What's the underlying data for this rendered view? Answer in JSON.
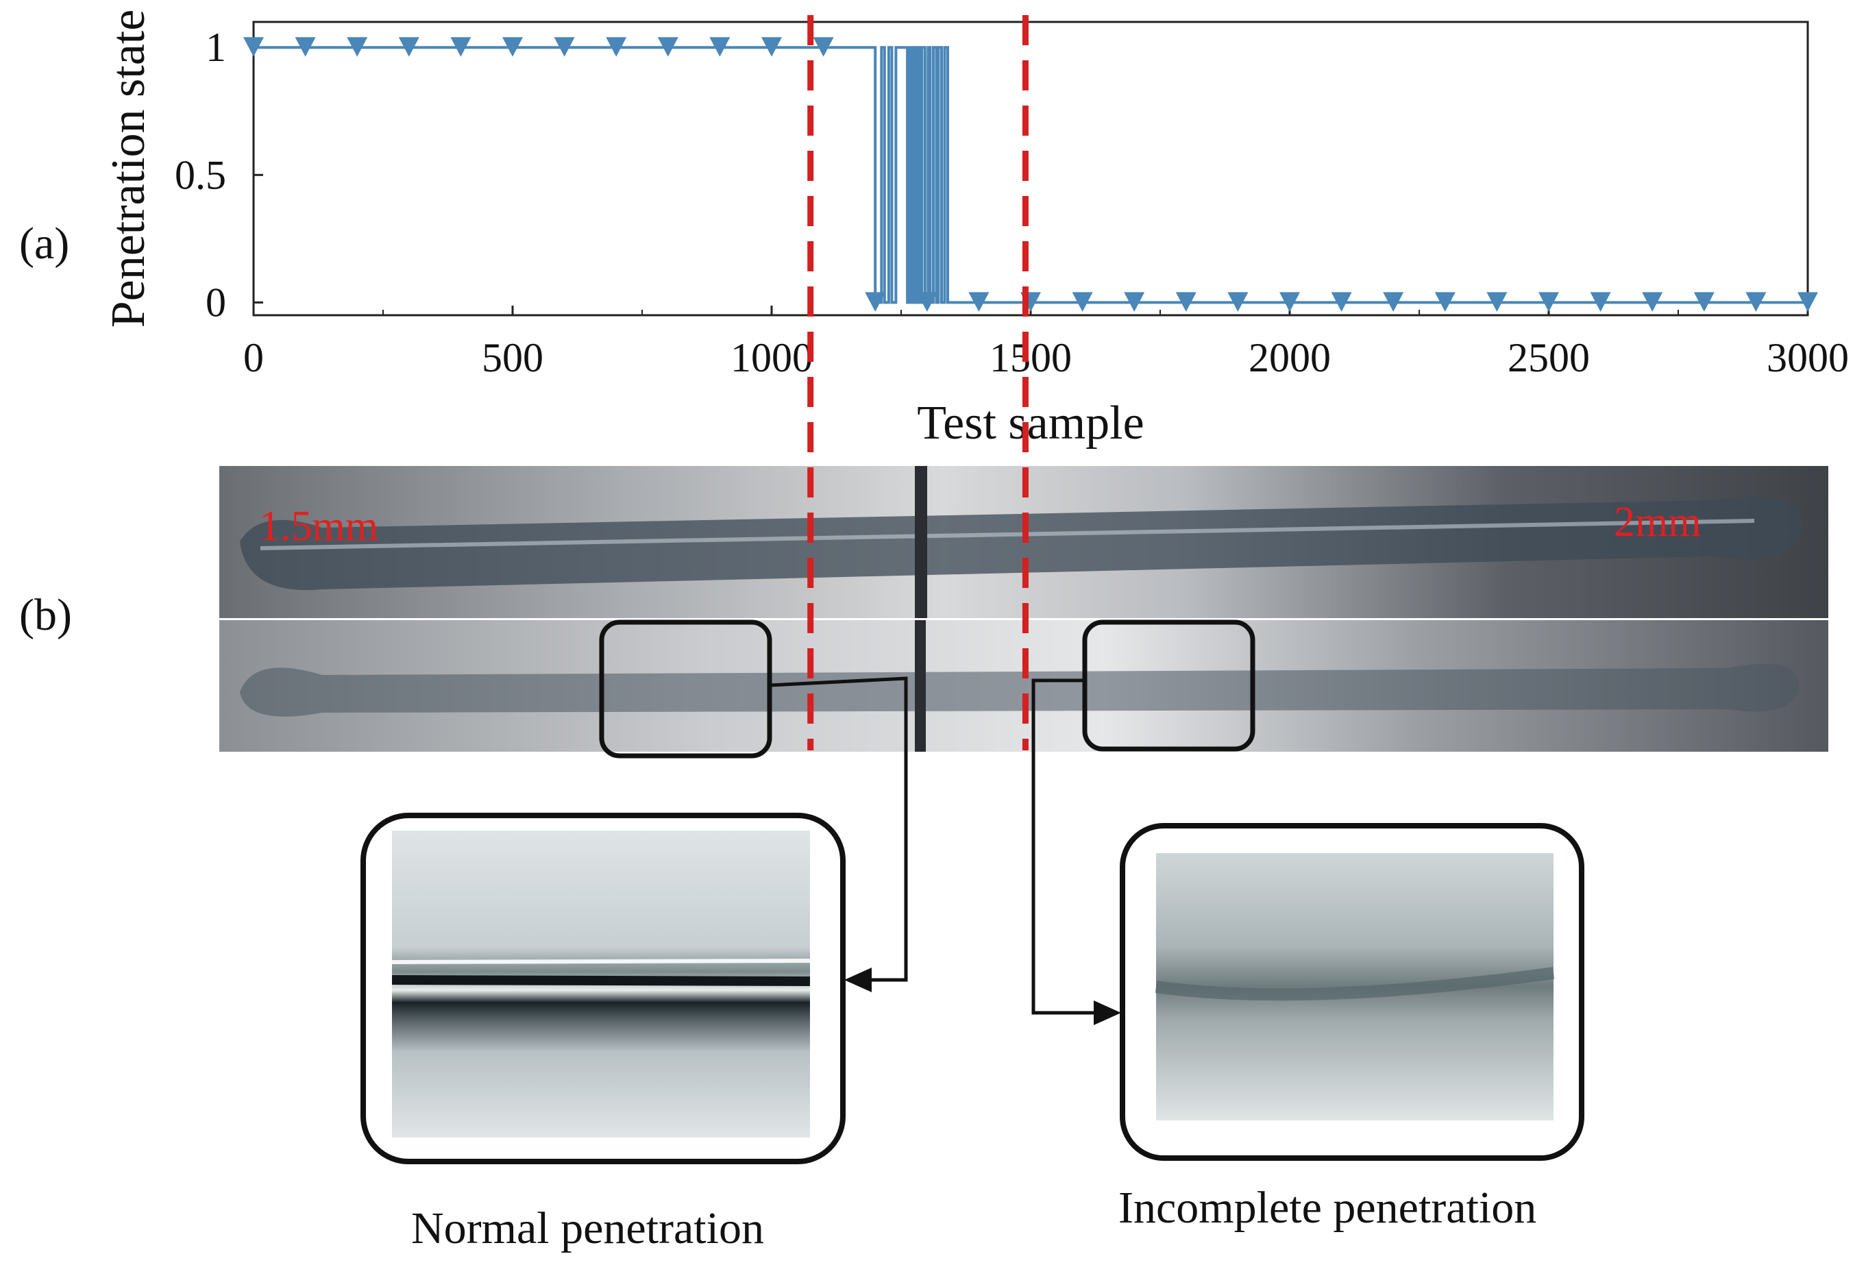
{
  "panels": {
    "a": "(a)",
    "b": "(b)"
  },
  "chart_data": {
    "type": "line",
    "xlabel": "Test sample",
    "ylabel": "Penetration state",
    "xlim": [
      0,
      3000
    ],
    "ylim": [
      -0.05,
      1.1
    ],
    "x_ticks": [
      0,
      500,
      1000,
      1500,
      2000,
      2500,
      3000
    ],
    "y_ticks": [
      0,
      0.5,
      1
    ],
    "y_tick_labels": [
      "0",
      "0.5",
      "1"
    ],
    "grid": false,
    "series": [
      {
        "color": "#4a86b8",
        "marker": "triangle-down",
        "marker_every": 100,
        "steps": [
          [
            0,
            1
          ],
          [
            1200,
            1
          ],
          [
            1200,
            0
          ],
          [
            1212,
            0
          ],
          [
            1212,
            1
          ],
          [
            1218,
            1
          ],
          [
            1218,
            0
          ],
          [
            1226,
            0
          ],
          [
            1226,
            1
          ],
          [
            1232,
            1
          ],
          [
            1232,
            0
          ],
          [
            1240,
            0
          ],
          [
            1240,
            1
          ],
          [
            1262,
            1
          ],
          [
            1262,
            0
          ],
          [
            1266,
            0
          ],
          [
            1266,
            1
          ],
          [
            1270,
            1
          ],
          [
            1270,
            0
          ],
          [
            1274,
            0
          ],
          [
            1274,
            1
          ],
          [
            1278,
            1
          ],
          [
            1278,
            0
          ],
          [
            1282,
            0
          ],
          [
            1282,
            1
          ],
          [
            1286,
            1
          ],
          [
            1286,
            0
          ],
          [
            1290,
            0
          ],
          [
            1290,
            1
          ],
          [
            1296,
            1
          ],
          [
            1296,
            0
          ],
          [
            1302,
            0
          ],
          [
            1302,
            1
          ],
          [
            1306,
            1
          ],
          [
            1306,
            0
          ],
          [
            1312,
            0
          ],
          [
            1312,
            1
          ],
          [
            1318,
            1
          ],
          [
            1318,
            0
          ],
          [
            1322,
            0
          ],
          [
            1322,
            1
          ],
          [
            1328,
            1
          ],
          [
            1328,
            0
          ],
          [
            1334,
            0
          ],
          [
            1334,
            1
          ],
          [
            1340,
            1
          ],
          [
            1340,
            0
          ],
          [
            3000,
            0
          ]
        ]
      }
    ],
    "reference_lines_x": [
      1075,
      1490
    ],
    "reference_line_color": "#d42020"
  },
  "photo": {
    "left_thickness": "1.5mm",
    "right_thickness": "2mm"
  },
  "captions": {
    "normal": "Normal penetration",
    "incomplete": "Incomplete penetration"
  }
}
